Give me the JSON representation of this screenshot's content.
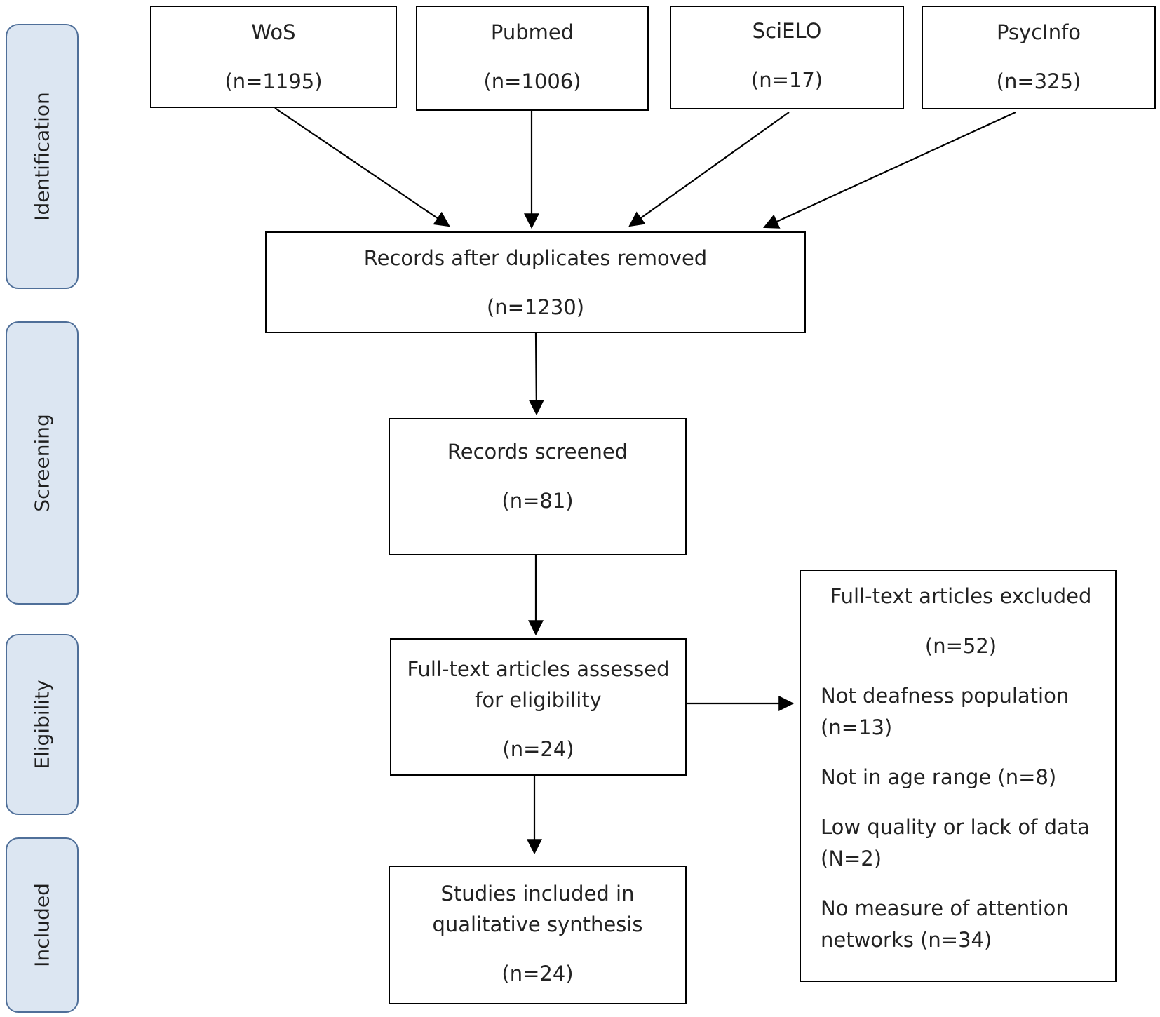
{
  "phases": {
    "identification": "Identification",
    "screening": "Screening",
    "eligibility": "Eligibility",
    "included": "Included"
  },
  "sources": [
    {
      "name": "WoS",
      "count": "(n=1195)"
    },
    {
      "name": "Pubmed",
      "count": "(n=1006)"
    },
    {
      "name": "SciELO",
      "count": "(n=17)"
    },
    {
      "name": "PsycInfo",
      "count": "(n=325)"
    }
  ],
  "duplicates_removed": {
    "label": "Records after duplicates removed",
    "count": "(n=1230)"
  },
  "screened": {
    "label": "Records screened",
    "count": "(n=81)"
  },
  "eligibility": {
    "line1": "Full-text articles assessed",
    "line2": "for eligibility",
    "count": "(n=24)"
  },
  "included": {
    "line1": "Studies included in",
    "line2": "qualitative synthesis",
    "count": "(n=24)"
  },
  "excluded": {
    "title": "Full-text articles excluded",
    "count": "(n=52)",
    "reasons": [
      {
        "line1": "Not deafness population",
        "line2": "(n=13)"
      },
      {
        "line1": "Not in age range (n=8)",
        "line2": ""
      },
      {
        "line1": "Low quality or lack of data",
        "line2": "(N=2)"
      },
      {
        "line1": "No measure of attention",
        "line2": "networks (n=34)"
      }
    ]
  }
}
